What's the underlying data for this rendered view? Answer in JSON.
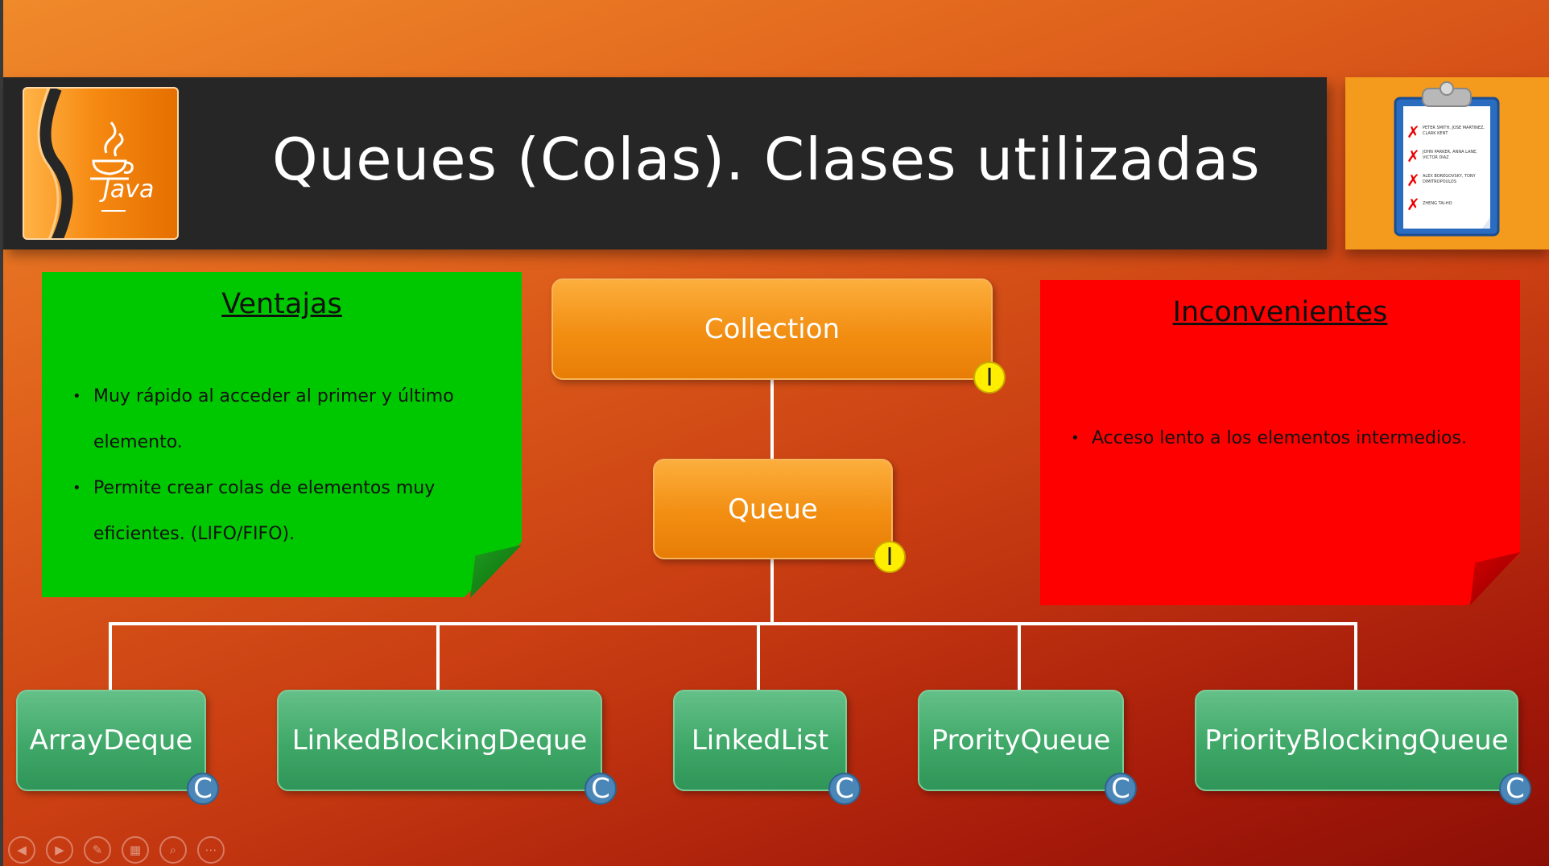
{
  "slide": {
    "title": "Queues (Colas). Clases utilizadas",
    "logo_text": "Java"
  },
  "pros": {
    "heading": "Ventajas",
    "items": [
      "Muy rápido al acceder al primer y último",
      "elemento.",
      "Permite crear colas de elementos muy",
      "eficientes. (LIFO/FIFO)."
    ]
  },
  "cons": {
    "heading": "Inconvenientes",
    "items": [
      "Acceso lento a los elementos intermedios."
    ]
  },
  "diagram": {
    "interface_badge": "I",
    "class_badge": "C",
    "interfaces": [
      "Collection",
      "Queue"
    ],
    "classes": [
      "ArrayDeque",
      "LinkedBlockingDeque",
      "LinkedList",
      "ProrityQueue",
      "PriorityBlockingQueue"
    ]
  },
  "clipboard_lines": [
    "PETER SMITH, JOSE MARTINEZ, CLARK KENT",
    "JOHN PARKER, ANNA LANE, VICTOR DIAZ",
    "ALEX BOREGOVSKY, TONY DIMITROPOULOS",
    "ZHENG TAI-HO"
  ],
  "nav_icons": [
    "prev-icon",
    "next-icon",
    "pen-icon",
    "slides-icon",
    "zoom-icon",
    "more-icon"
  ],
  "colors": {
    "pros_note": "#00c800",
    "cons_note": "#ff0000",
    "interface_box": "#f28e12",
    "class_box": "#3fa868",
    "interface_badge": "#ffee00",
    "class_badge": "#4a86b8"
  }
}
